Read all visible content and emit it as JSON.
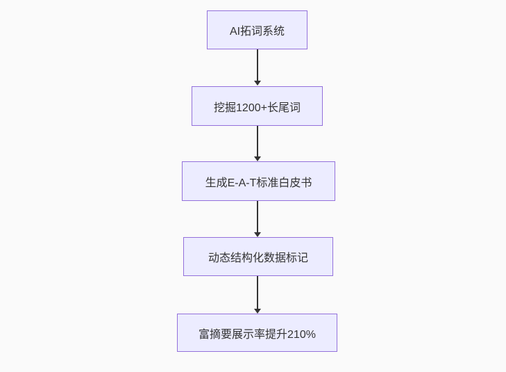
{
  "diagram": {
    "type": "flowchart",
    "direction": "top-down",
    "nodes": [
      {
        "id": "A",
        "label": "AI拓词系统"
      },
      {
        "id": "B",
        "label": "挖掘1200+长尾词"
      },
      {
        "id": "C",
        "label": "生成E-A-T标准白皮书"
      },
      {
        "id": "D",
        "label": "动态结构化数据标记"
      },
      {
        "id": "E",
        "label": "富摘要展示率提升210%"
      }
    ],
    "edges": [
      {
        "from": "A",
        "to": "B"
      },
      {
        "from": "B",
        "to": "C"
      },
      {
        "from": "C",
        "to": "D"
      },
      {
        "from": "D",
        "to": "E"
      }
    ],
    "colors": {
      "node_fill": "#ECECFF",
      "node_border": "#9370DB",
      "edge": "#333333",
      "text": "#333333",
      "background": "#fafafa"
    }
  }
}
